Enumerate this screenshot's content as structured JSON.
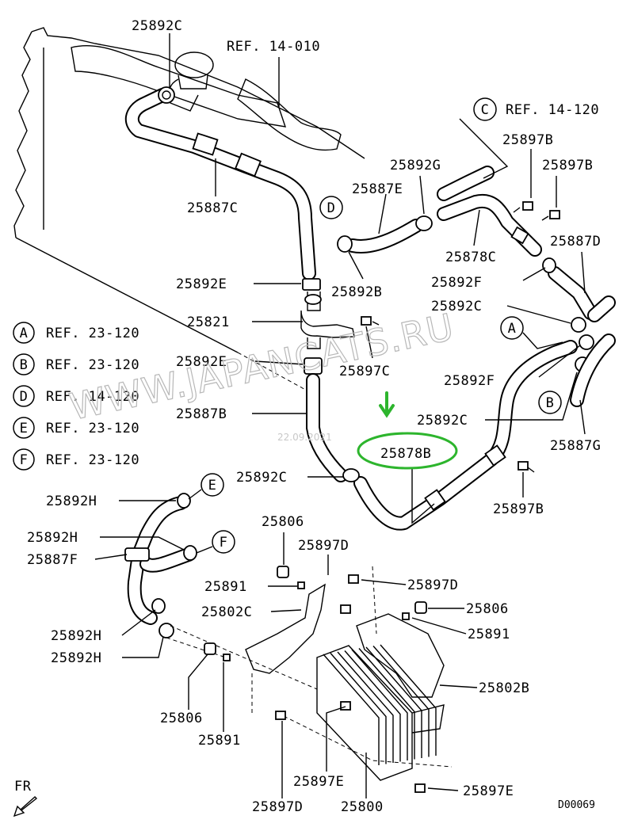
{
  "diagram": {
    "ref_labels": {
      "top": "REF. 14-010",
      "c": "REF. 14-120"
    },
    "circle_letters": {
      "c": "C",
      "d": "D",
      "a": "A",
      "b": "B",
      "e": "E",
      "f": "F"
    },
    "legend": [
      {
        "letter": "A",
        "ref": "REF. 23-120"
      },
      {
        "letter": "B",
        "ref": "REF. 23-120"
      },
      {
        "letter": "D",
        "ref": "REF. 14-120"
      },
      {
        "letter": "E",
        "ref": "REF. 23-120"
      },
      {
        "letter": "F",
        "ref": "REF. 23-120"
      }
    ],
    "parts": {
      "p25892C_top": "25892C",
      "p25887C": "25887C",
      "p25887E": "25887E",
      "p25892G": "25892G",
      "p25897B_1": "25897B",
      "p25897B_2": "25897B",
      "p25887D": "25887D",
      "p25878C": "25878C",
      "p25892F_1": "25892F",
      "p25892E_1": "25892E",
      "p25892B": "25892B",
      "p25892C_2": "25892C",
      "p25821": "25821",
      "p25892E_2": "25892E",
      "p25897C": "25897C",
      "p25892F_2": "25892F",
      "p25887B": "25887B",
      "p25892C_3": "25892C",
      "p25887G": "25887G",
      "p25878B": "25878B",
      "p25892C_4": "25892C",
      "p25897B_3": "25897B",
      "p25892H_1": "25892H",
      "p25806_1": "25806",
      "p25892H_2": "25892H",
      "p25897D_1": "25897D",
      "p25887F": "25887F",
      "p25891_1": "25891",
      "p25897D_2": "25897D",
      "p25802C": "25802C",
      "p25806_2": "25806",
      "p25892H_3": "25892H",
      "p25891_2": "25891",
      "p25892H_4": "25892H",
      "p25802B": "25802B",
      "p25806_3": "25806",
      "p25891_3": "25891",
      "p25897E_1": "25897E",
      "p25897E_2": "25897E",
      "p25897D_3": "25897D",
      "p25800": "25800"
    },
    "front_marker": "FR",
    "drawing_code": "D00069",
    "watermark": "WWW.JAPANCATS.RU",
    "watermark_date": "22.09.2021",
    "highlight_color": "#2db52d"
  }
}
